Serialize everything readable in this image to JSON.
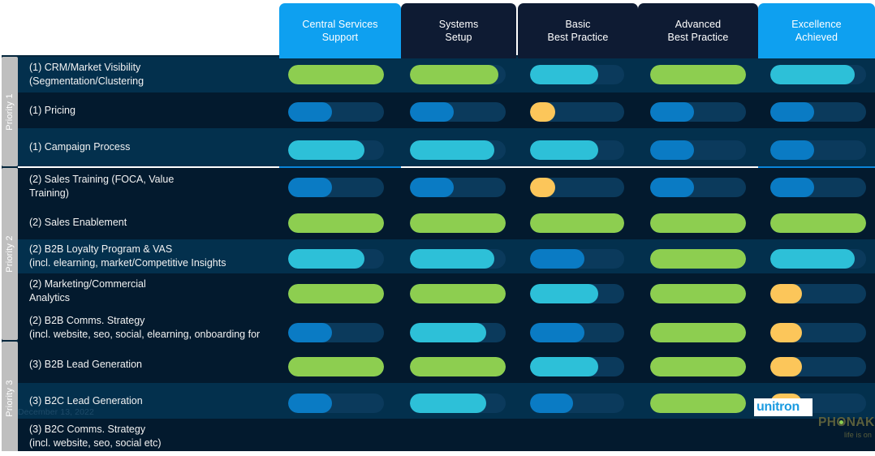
{
  "slide": {
    "date": "December 13, 2022",
    "background": "#04263C"
  },
  "colors": {
    "green": "#8DCE50",
    "cyan": "#2DC0D8",
    "blue": "#0A7BC4",
    "amber": "#FCC65A",
    "track": "#0B3A5C",
    "row_light": "#03304D",
    "row_dark": "#031A2E",
    "col_dark": "#0B1B33",
    "header_active": "#0EA0F0",
    "header_dark": "#0E1B33",
    "rail": "#BFBFBF"
  },
  "columns": [
    {
      "id": "central-services-support",
      "line1": "Central Services",
      "line2": "Support",
      "highlight": true
    },
    {
      "id": "systems-setup",
      "line1": "Systems",
      "line2": "Setup",
      "highlight": false
    },
    {
      "id": "basic-best-practice",
      "line1": "Basic",
      "line2": "Best Practice",
      "highlight": false
    },
    {
      "id": "advanced-best-practice",
      "line1": "Advanced",
      "line2": "Best Practice",
      "highlight": false
    },
    {
      "id": "excellence-achieved",
      "line1": "Excellence",
      "line2": "Achieved",
      "highlight": true
    }
  ],
  "priorities": [
    {
      "id": "priority-1",
      "label": "Priority 1"
    },
    {
      "id": "priority-2",
      "label": "Priority 2"
    },
    {
      "id": "priority-3",
      "label": "Priority 3"
    }
  ],
  "rows": [
    {
      "id": "crm-market-visibility",
      "label": "(1) CRM/Market Visibility\n(Segmentation/Clustering",
      "priority": 1,
      "values": [
        {
          "color": "green",
          "pct": 100
        },
        {
          "color": "green",
          "pct": 92
        },
        {
          "color": "cyan",
          "pct": 72
        },
        {
          "color": "green",
          "pct": 100
        },
        {
          "color": "cyan",
          "pct": 88
        }
      ]
    },
    {
      "id": "pricing",
      "label": "(1) Pricing",
      "priority": 1,
      "values": [
        {
          "color": "blue",
          "pct": 46
        },
        {
          "color": "blue",
          "pct": 46
        },
        {
          "color": "amber",
          "pct": 27
        },
        {
          "color": "blue",
          "pct": 46
        },
        {
          "color": "blue",
          "pct": 46
        }
      ]
    },
    {
      "id": "campaign-process",
      "label": "(1) Campaign Process",
      "priority": 1,
      "values": [
        {
          "color": "cyan",
          "pct": 80
        },
        {
          "color": "cyan",
          "pct": 88
        },
        {
          "color": "cyan",
          "pct": 72
        },
        {
          "color": "blue",
          "pct": 46
        },
        {
          "color": "blue",
          "pct": 46
        }
      ]
    },
    {
      "id": "sales-training",
      "label": " (2) Sales Training (FOCA, Value\nTraining)",
      "priority": 2,
      "values": [
        {
          "color": "blue",
          "pct": 46
        },
        {
          "color": "blue",
          "pct": 46
        },
        {
          "color": "amber",
          "pct": 27
        },
        {
          "color": "blue",
          "pct": 46
        },
        {
          "color": "blue",
          "pct": 46
        }
      ]
    },
    {
      "id": "sales-enablement",
      "label": "(2) Sales Enablement",
      "priority": 2,
      "values": [
        {
          "color": "green",
          "pct": 100
        },
        {
          "color": "green",
          "pct": 100
        },
        {
          "color": "green",
          "pct": 100
        },
        {
          "color": "green",
          "pct": 100
        },
        {
          "color": "green",
          "pct": 100
        }
      ]
    },
    {
      "id": "b2b-loyalty-program-vas",
      "label": "(2) B2B Loyalty Program & VAS\n (incl. elearning, market/Competitive Insights",
      "priority": 2,
      "values": [
        {
          "color": "cyan",
          "pct": 80
        },
        {
          "color": "cyan",
          "pct": 88
        },
        {
          "color": "blue",
          "pct": 58
        },
        {
          "color": "green",
          "pct": 100
        },
        {
          "color": "cyan",
          "pct": 88
        }
      ]
    },
    {
      "id": "marketing-commercial-analytics",
      "label": "(2) Marketing/Commercial\nAnalytics",
      "priority": 2,
      "values": [
        {
          "color": "green",
          "pct": 100
        },
        {
          "color": "green",
          "pct": 100
        },
        {
          "color": "cyan",
          "pct": 72
        },
        {
          "color": "green",
          "pct": 100
        },
        {
          "color": "amber",
          "pct": 33
        }
      ]
    },
    {
      "id": "b2b-comms-strategy",
      "label": "(2) B2B Comms. Strategy\n(incl. website, seo, social, elearning, onboarding for",
      "priority": 2,
      "values": [
        {
          "color": "blue",
          "pct": 46
        },
        {
          "color": "cyan",
          "pct": 80
        },
        {
          "color": "blue",
          "pct": 58
        },
        {
          "color": "green",
          "pct": 100
        },
        {
          "color": "amber",
          "pct": 33
        }
      ]
    },
    {
      "id": "b2b-lead-generation",
      "label": "(3) B2B Lead Generation",
      "priority": 3,
      "values": [
        {
          "color": "green",
          "pct": 100
        },
        {
          "color": "green",
          "pct": 100
        },
        {
          "color": "cyan",
          "pct": 72
        },
        {
          "color": "green",
          "pct": 100
        },
        {
          "color": "amber",
          "pct": 33
        }
      ]
    },
    {
      "id": "b2c-lead-generation",
      "label": " (3) B2C Lead Generation",
      "priority": 3,
      "values": [
        {
          "color": "blue",
          "pct": 46
        },
        {
          "color": "cyan",
          "pct": 80
        },
        {
          "color": "blue",
          "pct": 46
        },
        {
          "color": "green",
          "pct": 100
        },
        {
          "color": "amber",
          "pct": 33
        }
      ]
    },
    {
      "id": "b2c-comms-strategy",
      "label": " (3) B2C Comms. Strategy\n(incl. website, seo, social etc)",
      "priority": 3,
      "values": []
    }
  ],
  "logos": {
    "unitron": "unitron",
    "phonak_word": "PHONAK",
    "phonak_tagline": "life is on"
  }
}
